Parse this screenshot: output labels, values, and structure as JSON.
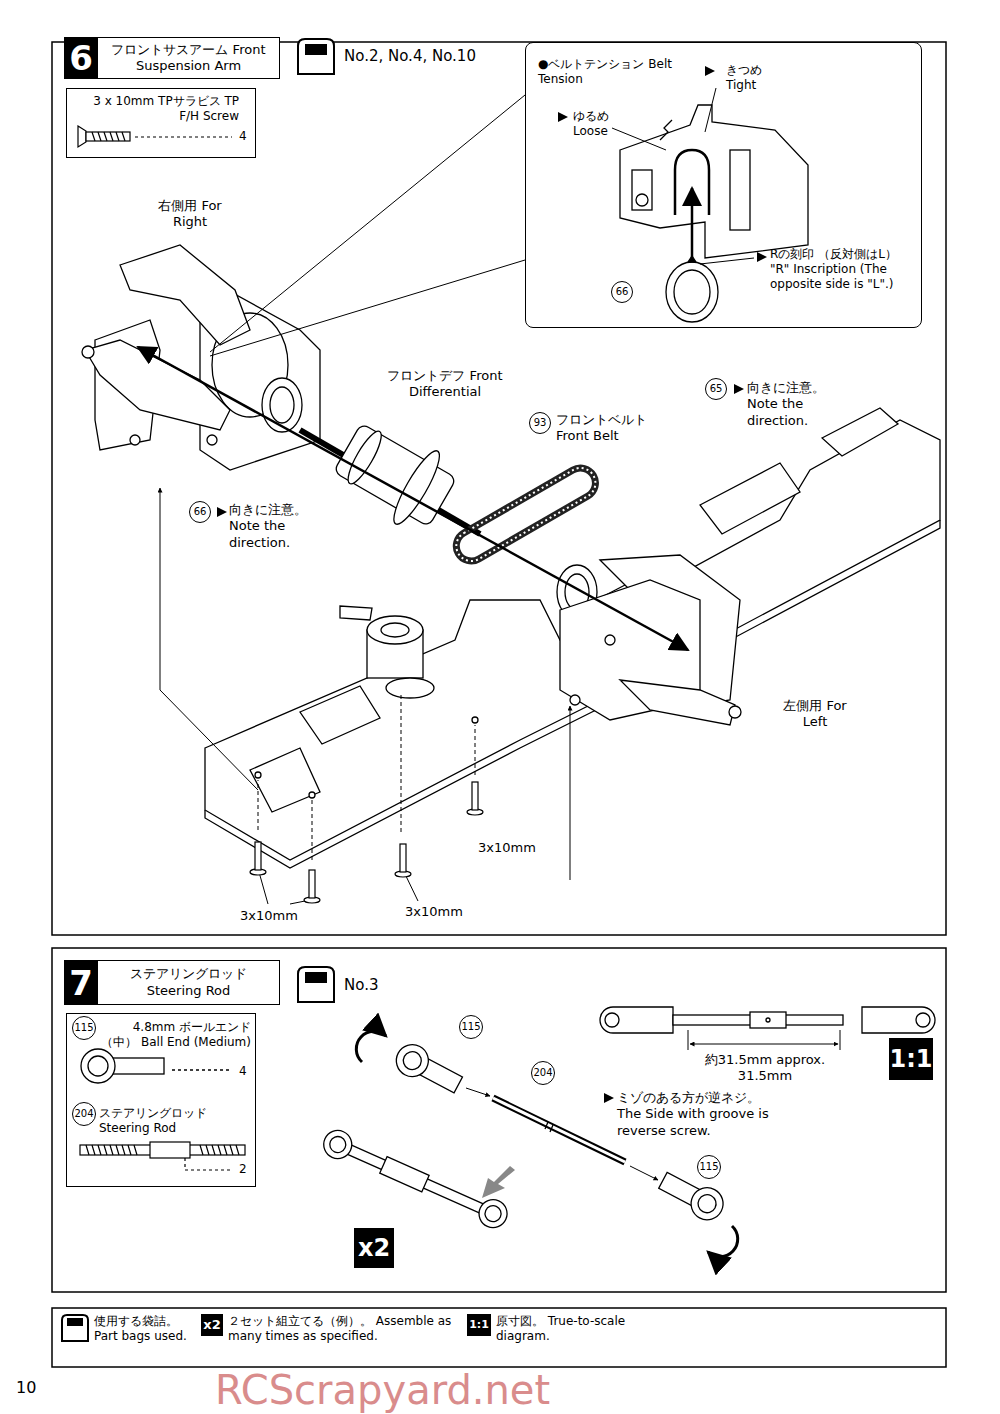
{
  "diagram": {
    "nodes": [
      {
        "text": [
          "6"
        ]
      },
      {
        "text": [
          "フロントサスアーム Front Suspension Arm"
        ]
      },
      {
        "text": [
          "3 x 10mm TPサラビス TP F/H Screw",
          "4"
        ]
      },
      {
        "text": [
          "●ベルトテンション Belt Tension",
          "きつめ Tight",
          "ゆるめ Loose",
          "Rの刻印 （反対側はL） \"R\" Inscription (The opposite side is \"L\".)"
        ]
      },
      {
        "text": [
          "66"
        ],
        "in": 3
      },
      {
        "text": [
          "65"
        ]
      },
      {
        "text": [
          "93"
        ]
      },
      {
        "text": [
          "66"
        ]
      },
      {
        "text": [
          "7"
        ]
      },
      {
        "text": [
          "ステアリングロッド Steering Rod"
        ]
      },
      {
        "text": [
          "4.8mm ボールエンド（中） Ball End (Medium)",
          "4",
          "ステアリングロッド Steering Rod",
          "2"
        ]
      },
      {
        "text": [
          "115"
        ],
        "in": 10
      },
      {
        "text": [
          "204"
        ],
        "in": 10
      },
      {
        "text": [
          "115"
        ]
      },
      {
        "text": [
          "204"
        ]
      },
      {
        "text": [
          "115"
        ]
      },
      {
        "text": [
          "x2"
        ]
      },
      {
        "text": [
          "1:1"
        ]
      }
    ],
    "labels": [
      "No.2, No.4, No.10",
      "右側用 For Right",
      "フロントデフ Front Differential",
      "フロントベルト Front Belt",
      "向きに注意。 Note the direction.",
      "向きに注意。 Note the direction.",
      "左側用 For Left",
      "3x10mm",
      "3x10mm",
      "3x10mm",
      "No.3",
      "約31.5mm approx. 31.5mm",
      "ミゾのある方が逆ネジ。 The Side with groove is reverse screw.",
      "x2",
      "1:1",
      "10",
      "RCScrapyard.net"
    ],
    "legend": [
      {
        "text": "使用する袋詰。 Part bags used."
      },
      {
        "text": "２セット組立てる（例）。 Assemble as many times as specified."
      },
      {
        "text": "原寸図。 True-to-scale diagram."
      }
    ]
  }
}
